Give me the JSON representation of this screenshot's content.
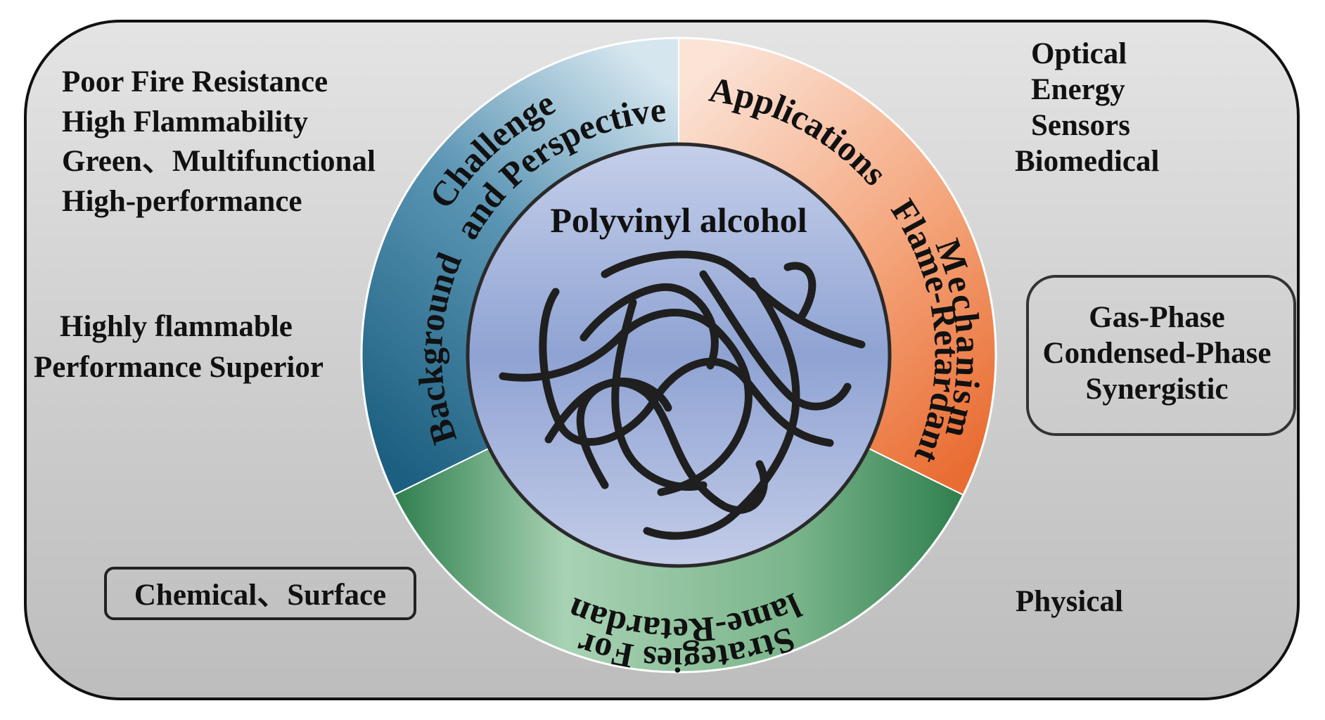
{
  "center": {
    "title": "Polyvinyl alcohol"
  },
  "ring": {
    "challenge_line1": "Challenge",
    "challenge_line2": "and Perspective",
    "applications": "Applications",
    "mechanism_line1": "Flame-Retardant",
    "mechanism_line2": "Mechanism",
    "strategies_line1": "Strategies For",
    "strategies_line2": "Flame-Retardant",
    "background": "Background"
  },
  "left": {
    "challenges": [
      "Poor Fire Resistance",
      "High Flammability",
      "Green、Multifunctional",
      "High-performance"
    ],
    "background": [
      "Highly flammable",
      "Performance Superior"
    ],
    "strategies_box": "Chemical、Surface"
  },
  "right": {
    "applications": [
      "Optical",
      "Energy",
      "Sensors",
      "Biomedical"
    ],
    "mechanism_box": [
      "Gas-Phase",
      "Condensed-Phase",
      "Synergistic"
    ],
    "strategies": "Physical"
  },
  "colors": {
    "panel": "#c9c9c9",
    "challenge_segment": "#3f7fa0",
    "applications_segment": "#ef8e5e",
    "strategies_segment": "#5a9f6c",
    "background_segment": "#2b6d8d",
    "center": "#9fb0d8"
  }
}
